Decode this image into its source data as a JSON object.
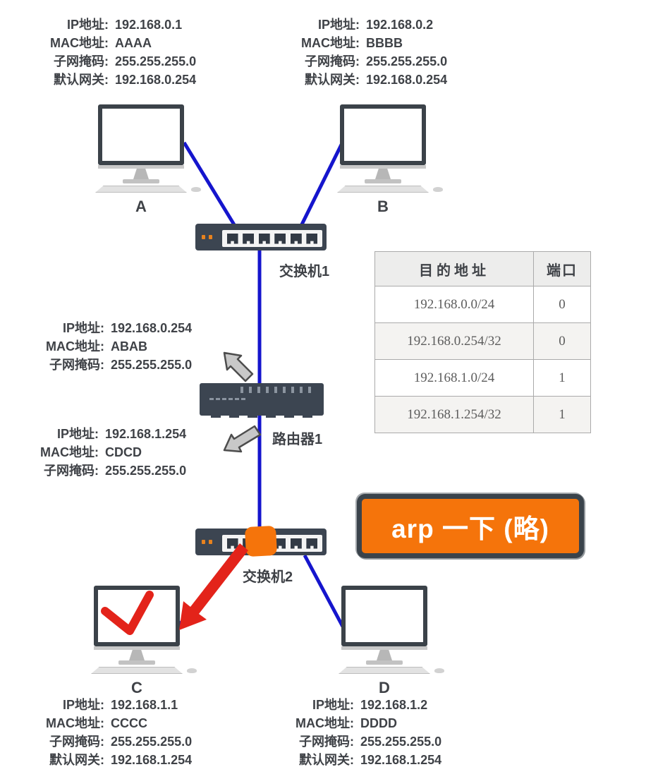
{
  "colors": {
    "cable_blue": "#1515cd",
    "arrow_red": "#e3231a",
    "check_red": "#e3231a",
    "annotation_orange": "#f5740b",
    "annotation_border": "#3a434b",
    "device_dark": "#3c4551",
    "arrow_gray_fill": "#c8c8c8",
    "arrow_gray_stroke": "#4d4d4d",
    "text_dark": "#3f4247"
  },
  "info_blocks": {
    "host_a": {
      "lines": [
        {
          "label": "IP地址:",
          "value": "192.168.0.1"
        },
        {
          "label": "MAC地址:",
          "value": "AAAA"
        },
        {
          "label": "子网掩码:",
          "value": "255.255.255.0"
        },
        {
          "label": "默认网关:",
          "value": "192.168.0.254"
        }
      ]
    },
    "host_b": {
      "lines": [
        {
          "label": "IP地址:",
          "value": "192.168.0.2"
        },
        {
          "label": "MAC地址:",
          "value": "BBBB"
        },
        {
          "label": "子网掩码:",
          "value": "255.255.255.0"
        },
        {
          "label": "默认网关:",
          "value": "192.168.0.254"
        }
      ]
    },
    "router_if0": {
      "lines": [
        {
          "label": "IP地址:",
          "value": "192.168.0.254"
        },
        {
          "label": "MAC地址:",
          "value": "ABAB"
        },
        {
          "label": "子网掩码:",
          "value": "255.255.255.0"
        }
      ]
    },
    "router_if1": {
      "lines": [
        {
          "label": "IP地址:",
          "value": "192.168.1.254"
        },
        {
          "label": "MAC地址:",
          "value": "CDCD"
        },
        {
          "label": "子网掩码:",
          "value": "255.255.255.0"
        }
      ]
    },
    "host_c": {
      "lines": [
        {
          "label": "IP地址:",
          "value": "192.168.1.1"
        },
        {
          "label": "MAC地址:",
          "value": "CCCC"
        },
        {
          "label": "子网掩码:",
          "value": "255.255.255.0"
        },
        {
          "label": "默认网关:",
          "value": "192.168.1.254"
        }
      ]
    },
    "host_d": {
      "lines": [
        {
          "label": "IP地址:",
          "value": "192.168.1.2"
        },
        {
          "label": "MAC地址:",
          "value": "DDDD"
        },
        {
          "label": "子网掩码:",
          "value": "255.255.255.0"
        },
        {
          "label": "默认网关:",
          "value": "192.168.1.254"
        }
      ]
    }
  },
  "hosts": {
    "a": "A",
    "b": "B",
    "c": "C",
    "d": "D"
  },
  "devices": {
    "switch1": "交换机1",
    "router1": "路由器1",
    "switch2": "交换机2"
  },
  "routing_table": {
    "headers": [
      "目的地址",
      "端口"
    ],
    "rows": [
      [
        "192.168.0.0/24",
        "0"
      ],
      [
        "192.168.0.254/32",
        "0"
      ],
      [
        "192.168.1.0/24",
        "1"
      ],
      [
        "192.168.1.254/32",
        "1"
      ]
    ]
  },
  "annotation": {
    "text": "arp 一下 (略)"
  }
}
